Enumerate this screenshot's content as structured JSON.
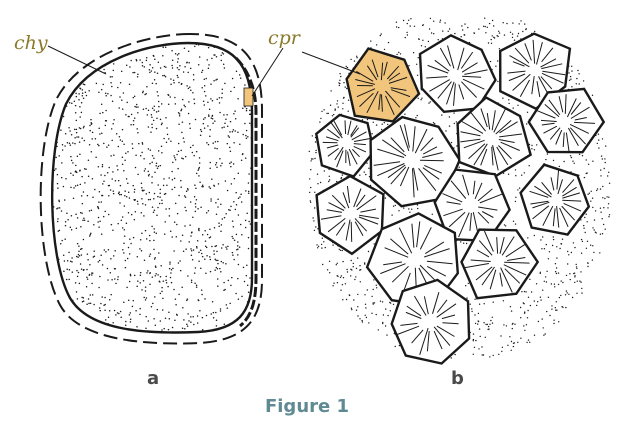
{
  "labels": {
    "chy": "chy",
    "cpr": "cpr",
    "panel_a": "a",
    "panel_b": "b",
    "caption": "Figure 1"
  },
  "colors": {
    "label_text": "#8a7a2a",
    "highlight_fill": "#f2c57c",
    "caption_text": "#5f8a93",
    "ink": "#1a1a1a"
  }
}
